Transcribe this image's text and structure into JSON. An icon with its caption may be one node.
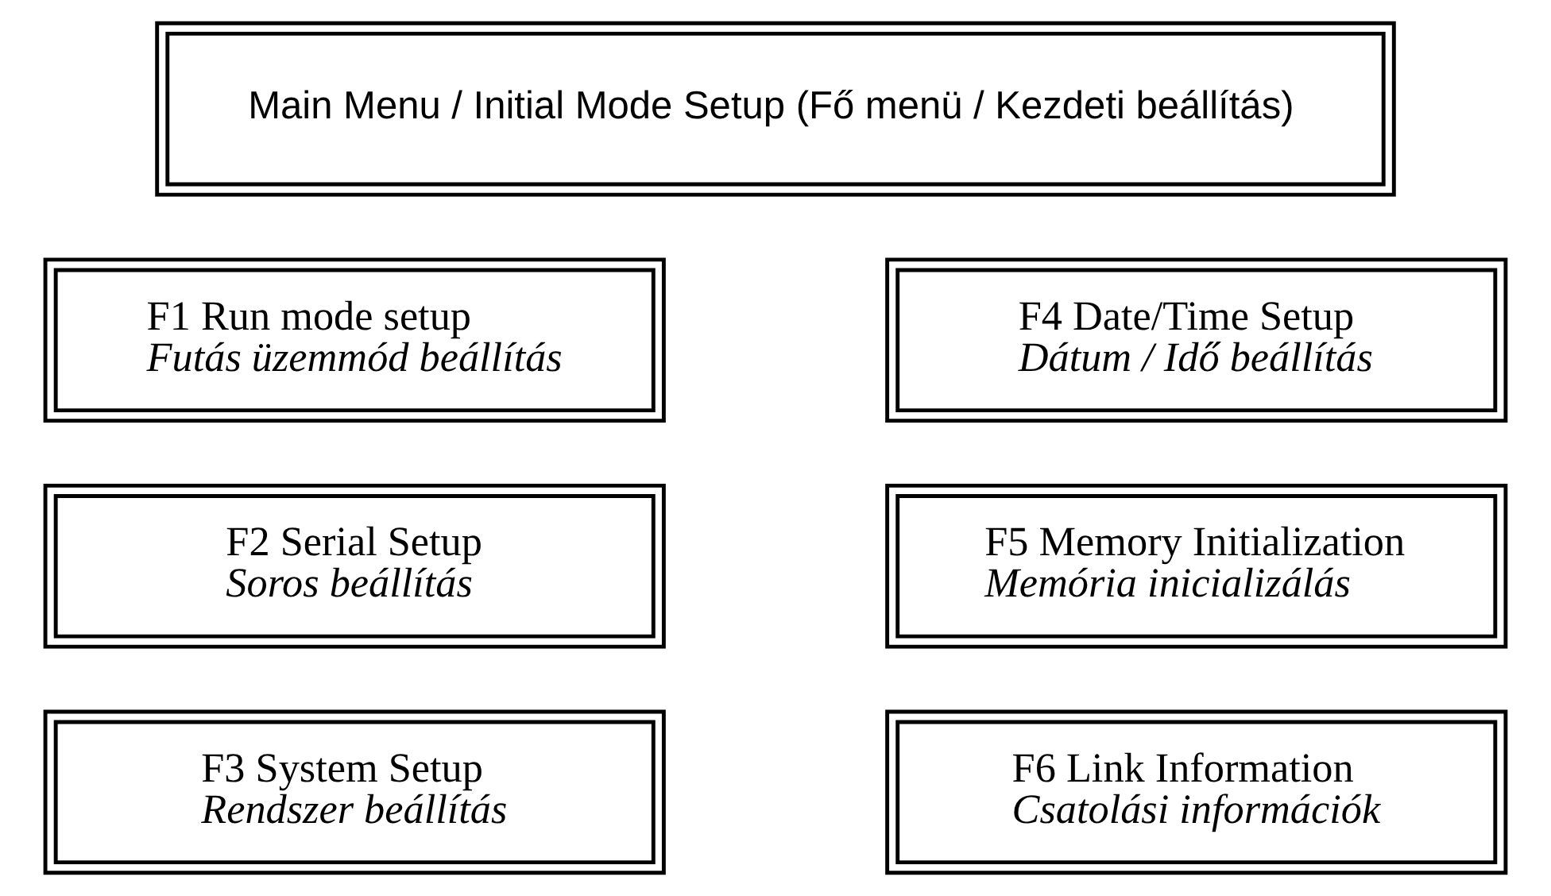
{
  "diagram": {
    "nodes": [
      {
        "text": [
          "Main Menu / Initial Mode Setup (Fő menü / Kezdeti beállítás)"
        ]
      },
      {
        "text": [
          "F1 Run mode setup",
          "Futás üzemmód beállítás"
        ]
      },
      {
        "text": [
          "F2 Serial Setup",
          "Soros beállítás"
        ]
      },
      {
        "text": [
          "F3 System Setup",
          "Rendszer beállítás"
        ]
      },
      {
        "text": [
          "F4 Date/Time Setup",
          "Dátum / Idő beállítás"
        ]
      },
      {
        "text": [
          "F5 Memory Initialization",
          "Memória inicializálás"
        ]
      },
      {
        "text": [
          "F6 Link Information",
          "Csatolási információk"
        ]
      }
    ]
  }
}
